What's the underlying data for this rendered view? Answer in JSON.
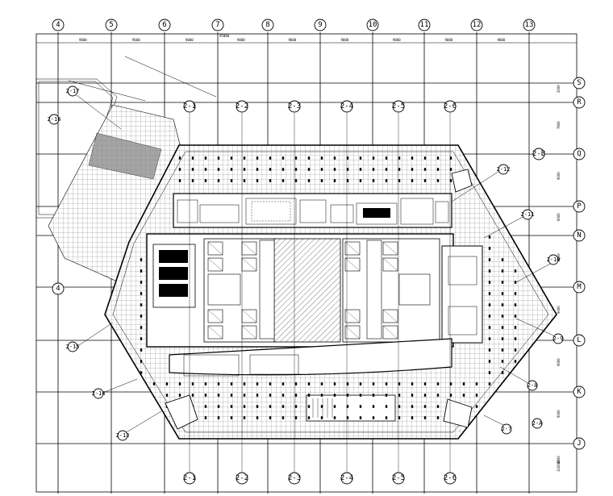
{
  "drawing": {
    "top_axes": [
      "4",
      "5",
      "6",
      "7",
      "8",
      "9",
      "10",
      "11",
      "12",
      "13"
    ],
    "top_dims": [
      "9000",
      "9600",
      "9000",
      "9000",
      "9000",
      "9000",
      "9000",
      "9000",
      "9000"
    ],
    "total_dim": "95000",
    "right_axes": [
      "S",
      "R",
      "Q",
      "P",
      "N",
      "M",
      "L",
      "K",
      "J"
    ],
    "left_axis_4": "4",
    "sub_axes_top": [
      "2-1",
      "2-2",
      "2-3",
      "2-4",
      "2-5",
      "2-6"
    ],
    "sub_axes_bottom": [
      "2-1",
      "2-2",
      "2-3",
      "2-4",
      "2-5",
      "2-6"
    ],
    "right_diag_tags": [
      "2-12",
      "2-11",
      "2-10",
      "2-9",
      "2-8",
      "2-7",
      "2-A"
    ],
    "left_diag_tags": [
      "2-17",
      "2-16",
      "2-15",
      "2-14",
      "2-13"
    ],
    "tag_2b": "2-B",
    "right_dims": [
      "2000",
      "7800",
      "9000",
      "6000",
      "6000",
      "9000",
      "9000",
      "9000",
      "4800"
    ],
    "bottom_total": "102000"
  }
}
